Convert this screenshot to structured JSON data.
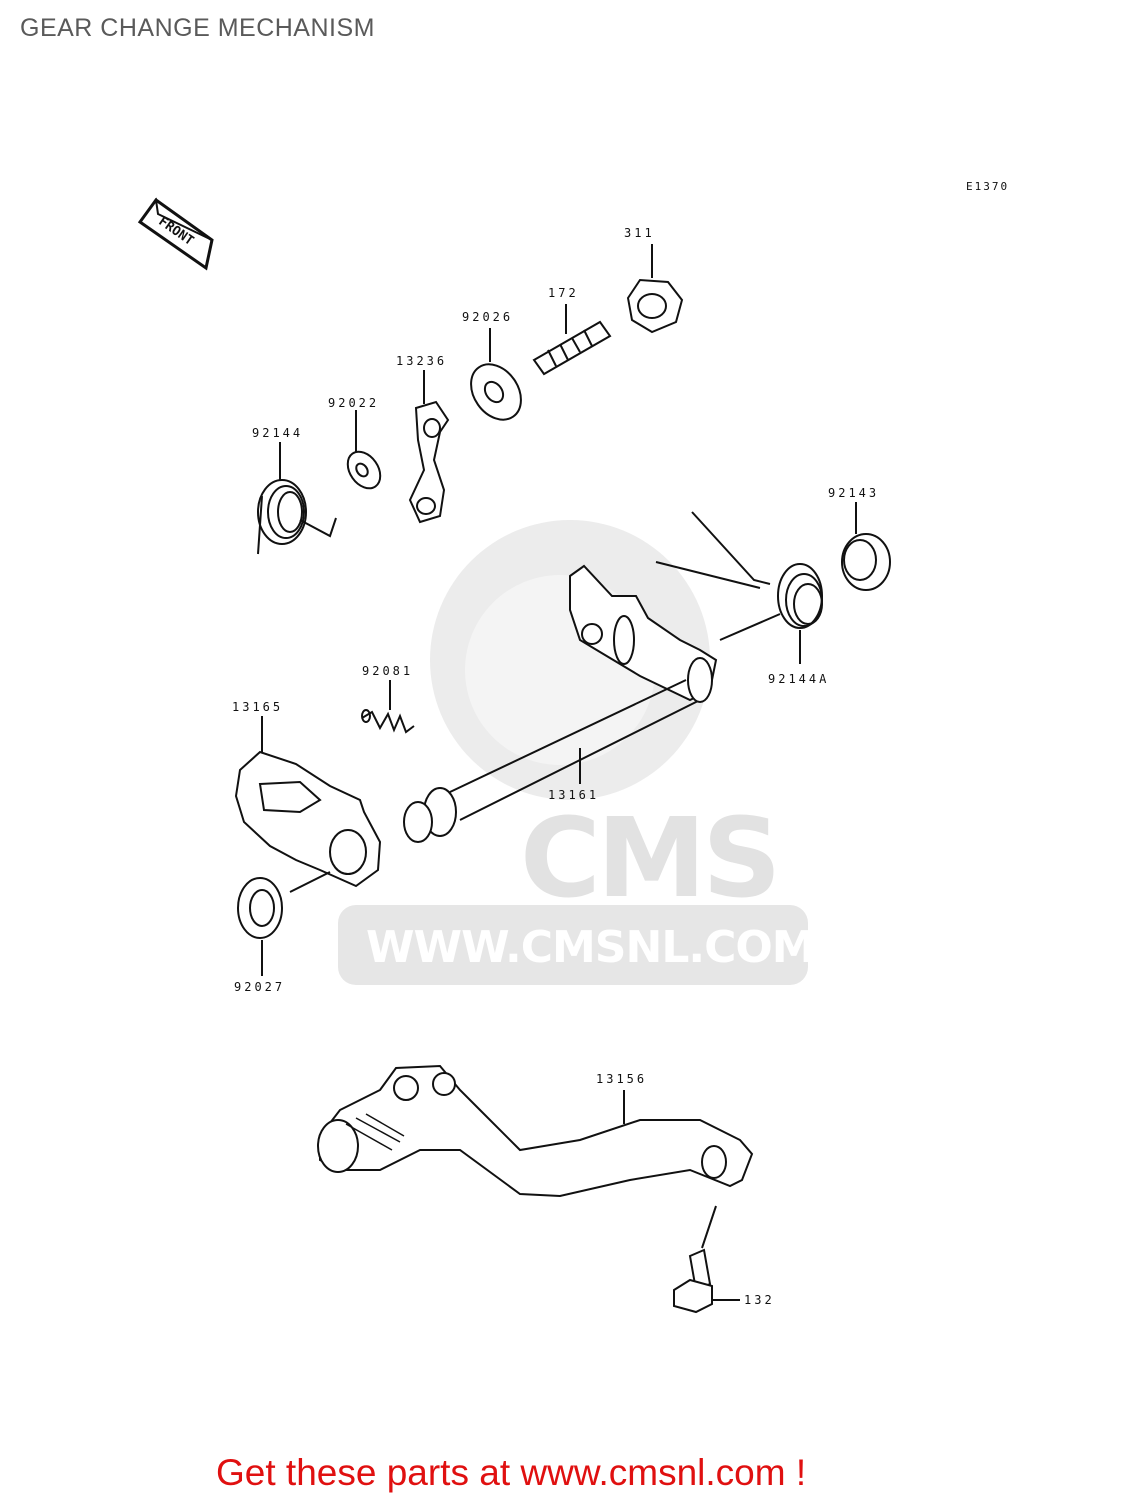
{
  "page": {
    "title": "GEAR CHANGE MECHANISM"
  },
  "diagram": {
    "code": "E1370",
    "front_arrow_label": "FRONT",
    "parts": [
      {
        "number": "311"
      },
      {
        "number": "172"
      },
      {
        "number": "92026"
      },
      {
        "number": "13236"
      },
      {
        "number": "92022"
      },
      {
        "number": "92144"
      },
      {
        "number": "92143"
      },
      {
        "number": "92144A"
      },
      {
        "number": "92081"
      },
      {
        "number": "13165"
      },
      {
        "number": "13161"
      },
      {
        "number": "92027"
      },
      {
        "number": "13156"
      },
      {
        "number": "132"
      }
    ]
  },
  "watermark": {
    "brand": "CMS",
    "url": "WWW.CMSNL.COM"
  },
  "footer": {
    "cta": "Get these parts at www.cmsnl.com !"
  }
}
